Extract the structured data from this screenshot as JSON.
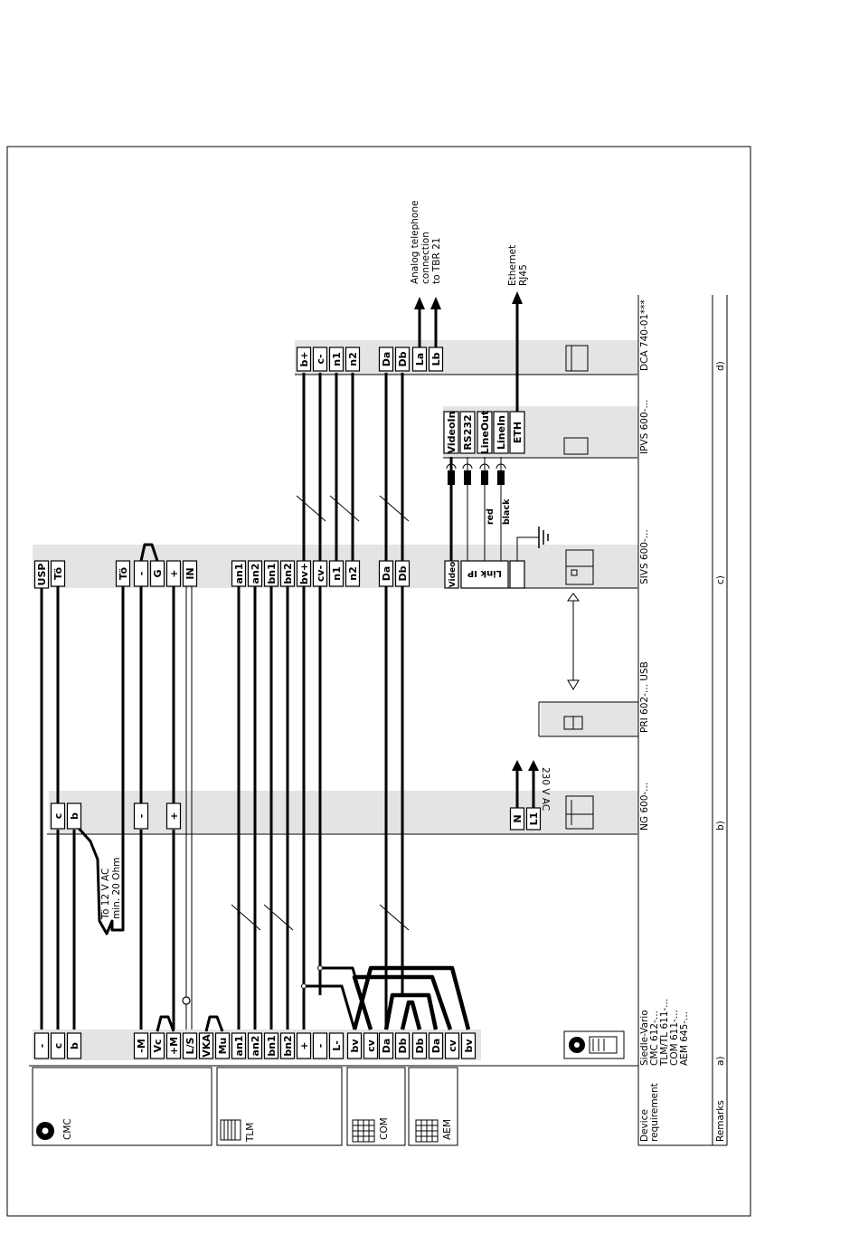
{
  "devices": {
    "cmc_col": {
      "name": "CMC",
      "icon": "door-station-icon"
    },
    "tlm_col": {
      "name": "TLM",
      "icon": "telephone-module-icon"
    },
    "com_col": {
      "name": "COM",
      "icon": "keypad-icon"
    },
    "aem_col": {
      "name": "AEM",
      "icon": "keypad-icon"
    },
    "siedle_vario": {
      "terminals": [
        "-",
        "c",
        "b",
        "-M",
        "Vc",
        "+M",
        "L/S",
        "VKA",
        "Mu",
        "an1",
        "an2",
        "bn1",
        "bn2",
        "+",
        "-",
        "L-",
        "bv",
        "cv",
        "Da",
        "Db",
        "Db",
        "Da",
        "cv",
        "bv"
      ]
    },
    "ng": {
      "terminals_top": [
        "c",
        "b",
        "-",
        "+"
      ],
      "terminals_power": [
        "N",
        "L1"
      ],
      "power_label": "230 V AC"
    },
    "svs": {
      "terminals": [
        "USP",
        "Tö",
        "Tö",
        "-",
        "G",
        "+",
        "IN",
        "an1",
        "an2",
        "bn1",
        "bn2",
        "bv+",
        "cv-",
        "n1",
        "n2",
        "Da",
        "Db"
      ],
      "link_ports": [
        "Video",
        "Link IP"
      ],
      "wire_colors": [
        "red",
        "black"
      ]
    },
    "ipvs": {
      "terminals": [
        "VideoIn",
        "RS232",
        "LineOut",
        "LineIn",
        "ETH"
      ]
    },
    "dca": {
      "terminals": [
        "b+",
        "c-",
        "n1",
        "n2",
        "Da",
        "Db",
        "La",
        "Lb"
      ]
    }
  },
  "annotations": {
    "door_opener": "Tö 12 V AC\nmin. 20 Ohm",
    "telephone": "Analog telephone\nconnection\nto TBR 21",
    "ethernet": "Ethernet\nRJ45"
  },
  "table": {
    "row_labels": [
      "Device\nrequirement",
      "Remarks"
    ],
    "requirements": [
      "Siedle-Vario\nCMC 612-...\nTLM/TL 611-...\nCOM 611-...\nAEM 645-...",
      "NG 600-...",
      "PRI 602-... USB",
      "SIVS 600-...",
      "IPVS 600-...",
      "DCA 740-01***"
    ],
    "remarks": [
      "a)",
      "b)",
      "c)",
      "d)"
    ]
  }
}
